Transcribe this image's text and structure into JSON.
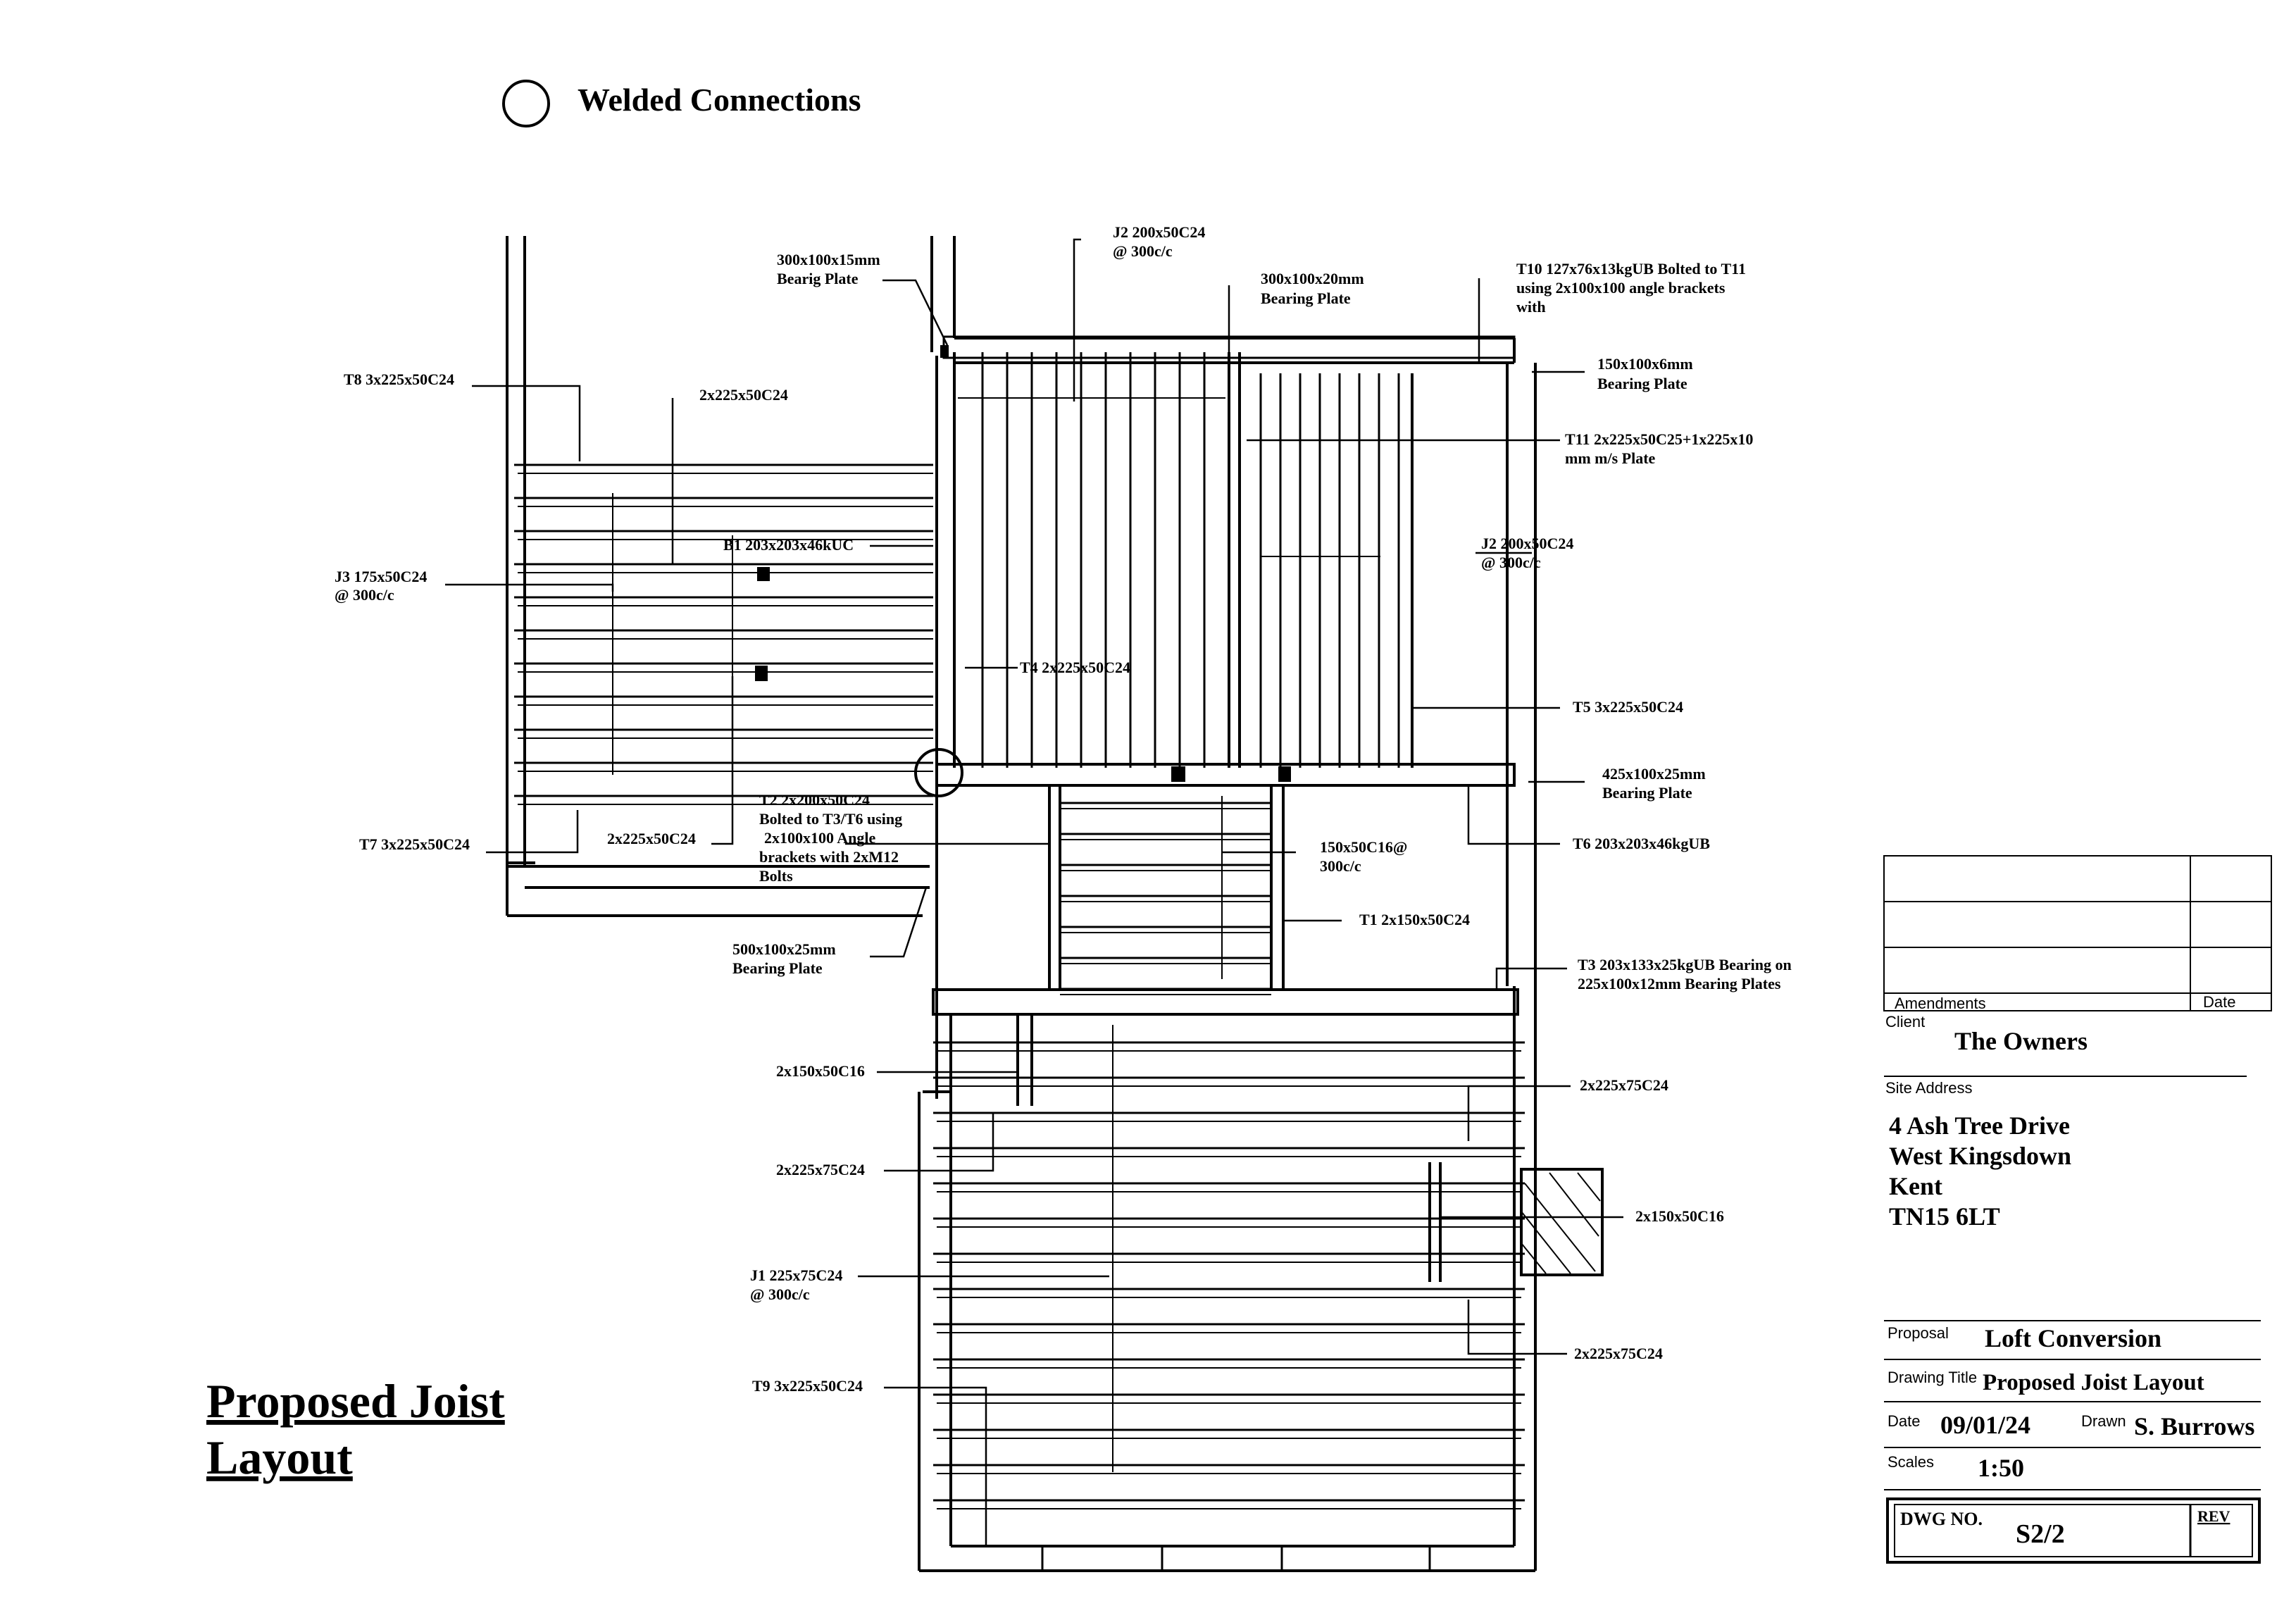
{
  "legend": {
    "welded_label": "Welded Connections"
  },
  "drawing_title": {
    "line1": "Proposed Joist",
    "line2": "Layout"
  },
  "labels": {
    "t8": "T8 3x225x50C24",
    "b2_left": "2x225x50C24",
    "bearing_300x100x15_l1": "300x100x15mm",
    "bearing_300x100x15_l2": "Bearig Plate",
    "j2_top_l1": "J2 200x50C24",
    "j2_top_l2": "@ 300c/c",
    "bearing_300x100x20_l1": "300x100x20mm",
    "bearing_300x100x20_l2": "Bearing Plate",
    "t10_l1": "T10 127x76x13kgUB Bolted to T11",
    "t10_l2": "using 2x100x100 angle brackets",
    "t10_l3": "with",
    "bearing_150x100x6_l1": "150x100x6mm",
    "bearing_150x100x6_l2": "Bearing Plate",
    "t11_l1": "T11 2x225x50C25+1x225x10",
    "t11_l2": "mm m/s Plate",
    "b1": "B1 203x203x46kUC",
    "j3_l1": "J3 175x50C24",
    "j3_l2": "@ 300c/c",
    "j2_right_l1": "J2 200x50C24",
    "j2_right_l2": "@ 300c/c",
    "t4": "T4 2x225x50C24",
    "t5": "T5 3x225x50C24",
    "bearing_425x100x25_l1": "425x100x25mm",
    "bearing_425x100x25_l2": "Bearing Plate",
    "t2_l1": "T2 2x200x50C24",
    "t2_l2": "Bolted to T3/T6 using",
    "t2_l3": "2x100x100 Angle",
    "t2_l4": "brackets with 2xM12",
    "t2_l5": "Bolts",
    "t7": "T7 3x225x50C24",
    "b2_lower": "2x225x50C24",
    "t6": "T6 203x203x46kgUB",
    "j150_l1": "150x50C16@",
    "j150_l2": "300c/c",
    "t1": "T1 2x150x50C24",
    "bearing_500x100x25_l1": "500x100x25mm",
    "bearing_500x100x25_l2": "Bearing Plate",
    "t3_l1": "T3 203x133x25kgUB Bearing on",
    "t3_l2": "225x100x12mm Bearing Plates",
    "t150_left": "2x150x50C16",
    "t225x75_right_top": "2x225x75C24",
    "t225x75_left": "2x225x75C24",
    "t150_right": "2x150x50C16",
    "j1_l1": "J1 225x75C24",
    "j1_l2": "@ 300c/c",
    "t9": "T9 3x225x50C24",
    "t225x75_right_bottom": "2x225x75C24"
  },
  "title_block": {
    "amendments_label": "Amendments",
    "date_col_label": "Date",
    "client_label": "Client",
    "client_value": "The Owners",
    "site_address_label": "Site Address",
    "address_line1": "4 Ash Tree Drive",
    "address_line2": "West Kingsdown",
    "address_line3": "Kent",
    "address_line4": "TN15 6LT",
    "proposal_label": "Proposal",
    "proposal_value": "Loft Conversion",
    "drawing_title_label": "Drawing Title",
    "drawing_title_value": "Proposed Joist Layout",
    "date_label": "Date",
    "date_value": "09/01/24",
    "drawn_label": "Drawn",
    "drawn_value": "S. Burrows",
    "scales_label": "Scales",
    "scales_value": "1:50",
    "dwg_no_label": "DWG NO.",
    "dwg_no_value": "S2/2",
    "rev_label": "REV"
  }
}
